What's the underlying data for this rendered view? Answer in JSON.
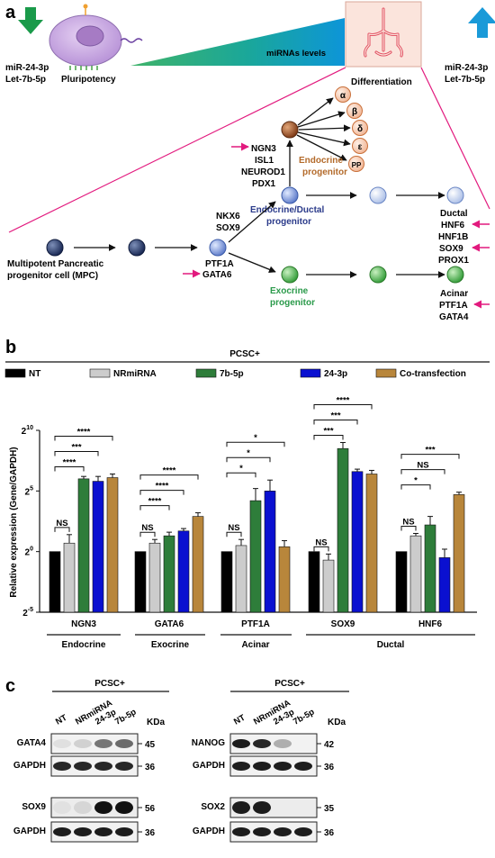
{
  "panel_a": {
    "label": "a",
    "left_mirnas": [
      "miR-24-3p",
      "Let-7b-5p"
    ],
    "pluripotency": "Pluripotency",
    "mirnas_levels": "miRNAs levels",
    "differentiation": "Differentiation",
    "right_mirnas": [
      "miR-24-3p",
      "Let-7b-5p"
    ],
    "endocrine_hormones": [
      "α",
      "β",
      "δ",
      "ε",
      "PP"
    ],
    "endocrine_markers": [
      "NGN3",
      "ISL1",
      "NEUROD1",
      "PDX1"
    ],
    "endocrine_progenitor": [
      "Endocrine",
      "progenitor"
    ],
    "endo_ductal_progenitor": [
      "Endocrine/Ductal",
      "progenitor"
    ],
    "mpc_label": [
      "Multipotent Pancreatic",
      "progenitor cell (MPC)"
    ],
    "nkx_markers": [
      "NKX6",
      "SOX9"
    ],
    "ptf_markers": [
      "PTF1A",
      "GATA6"
    ],
    "exocrine_progenitor": [
      "Exocrine",
      "progenitor"
    ],
    "ductal_markers": [
      "Ductal",
      "HNF6",
      "HNF1B",
      "SOX9",
      "PROX1"
    ],
    "acinar_markers": [
      "Acinar",
      "PTF1A",
      "GATA4"
    ]
  },
  "panel_b": {
    "label": "b",
    "group_title": "PCSC+",
    "legend": [
      "NT",
      "NRmiRNA",
      "7b-5p",
      "24-3p",
      "Co-transfection"
    ],
    "colors": [
      "#000000",
      "#cccccc",
      "#2e7d3a",
      "#0a10d0",
      "#b8863b"
    ],
    "ylabel": "Relative expression (Gene/GAPDH)",
    "y_ticks": [
      {
        "base": "2",
        "exp": "10"
      },
      {
        "base": "2",
        "exp": "5"
      },
      {
        "base": "2",
        "exp": "0"
      },
      {
        "base": "2",
        "exp": "-5"
      }
    ],
    "categories": [
      "NGN3",
      "GATA6",
      "PTF1A",
      "SOX9",
      "HNF6"
    ],
    "lineages": [
      "Endocrine",
      "Exocrine",
      "Acinar",
      "Ductal"
    ]
  },
  "chart_data": {
    "type": "bar",
    "title": "PCSC+",
    "xlabel": "",
    "ylabel": "Relative expression (Gene/GAPDH)",
    "y_scale": "log2",
    "ylim": [
      -5,
      10
    ],
    "categories": [
      "NGN3",
      "GATA6",
      "PTF1A",
      "SOX9",
      "HNF6"
    ],
    "series": [
      {
        "name": "NT",
        "values": [
          0,
          0,
          0,
          0,
          0
        ],
        "errors": [
          0,
          0,
          0,
          0,
          0
        ]
      },
      {
        "name": "NRmiRNA",
        "values": [
          0.7,
          0.7,
          0.5,
          -0.7,
          1.3
        ],
        "errors": [
          0.7,
          0.3,
          0.5,
          0.5,
          0.2
        ]
      },
      {
        "name": "7b-5p",
        "values": [
          6.0,
          1.3,
          4.2,
          8.5,
          2.2
        ],
        "errors": [
          0.2,
          0.3,
          1.0,
          0.5,
          0.7
        ]
      },
      {
        "name": "24-3p",
        "values": [
          5.8,
          1.7,
          5.0,
          6.6,
          -0.5
        ],
        "errors": [
          0.4,
          0.2,
          0.9,
          0.2,
          0.7
        ]
      },
      {
        "name": "Co-transfection",
        "values": [
          6.1,
          2.9,
          0.4,
          6.4,
          4.7
        ],
        "errors": [
          0.3,
          0.3,
          0.5,
          0.3,
          0.2
        ]
      }
    ],
    "significance": [
      {
        "cat": 0,
        "from": 0,
        "to": 1,
        "label": "NS"
      },
      {
        "cat": 0,
        "from": 0,
        "to": 2,
        "label": "****"
      },
      {
        "cat": 0,
        "from": 0,
        "to": 3,
        "label": "***"
      },
      {
        "cat": 0,
        "from": 0,
        "to": 4,
        "label": "****"
      },
      {
        "cat": 1,
        "from": 0,
        "to": 1,
        "label": "NS"
      },
      {
        "cat": 1,
        "from": 0,
        "to": 2,
        "label": "****"
      },
      {
        "cat": 1,
        "from": 0,
        "to": 3,
        "label": "****"
      },
      {
        "cat": 1,
        "from": 0,
        "to": 4,
        "label": "****"
      },
      {
        "cat": 2,
        "from": 0,
        "to": 1,
        "label": "NS"
      },
      {
        "cat": 2,
        "from": 0,
        "to": 2,
        "label": "*"
      },
      {
        "cat": 2,
        "from": 0,
        "to": 3,
        "label": "*"
      },
      {
        "cat": 2,
        "from": 0,
        "to": 4,
        "label": "*"
      },
      {
        "cat": 3,
        "from": 0,
        "to": 1,
        "label": "NS"
      },
      {
        "cat": 3,
        "from": 0,
        "to": 2,
        "label": "***"
      },
      {
        "cat": 3,
        "from": 0,
        "to": 3,
        "label": "***"
      },
      {
        "cat": 3,
        "from": 0,
        "to": 4,
        "label": "****"
      },
      {
        "cat": 4,
        "from": 0,
        "to": 1,
        "label": "NS"
      },
      {
        "cat": 4,
        "from": 0,
        "to": 2,
        "label": "*"
      },
      {
        "cat": 4,
        "from": 0,
        "to": 3,
        "label": "NS"
      },
      {
        "cat": 4,
        "from": 0,
        "to": 4,
        "label": "***"
      }
    ],
    "legend_position": "top"
  },
  "panel_c": {
    "label": "c",
    "group_title": "PCSC+",
    "lanes": [
      "NT",
      "NRmiRNA",
      "24-3p",
      "7b-5p"
    ],
    "kda": "KDa",
    "left_blots": [
      {
        "protein": "GATA4",
        "kda": "45"
      },
      {
        "protein": "GAPDH",
        "kda": "36"
      },
      {
        "protein": "SOX9",
        "kda": "56"
      },
      {
        "protein": "GAPDH",
        "kda": "36"
      }
    ],
    "right_blots": [
      {
        "protein": "NANOG",
        "kda": "42"
      },
      {
        "protein": "GAPDH",
        "kda": "36"
      },
      {
        "protein": "SOX2",
        "kda": "35"
      },
      {
        "protein": "GAPDH",
        "kda": "36"
      }
    ]
  }
}
